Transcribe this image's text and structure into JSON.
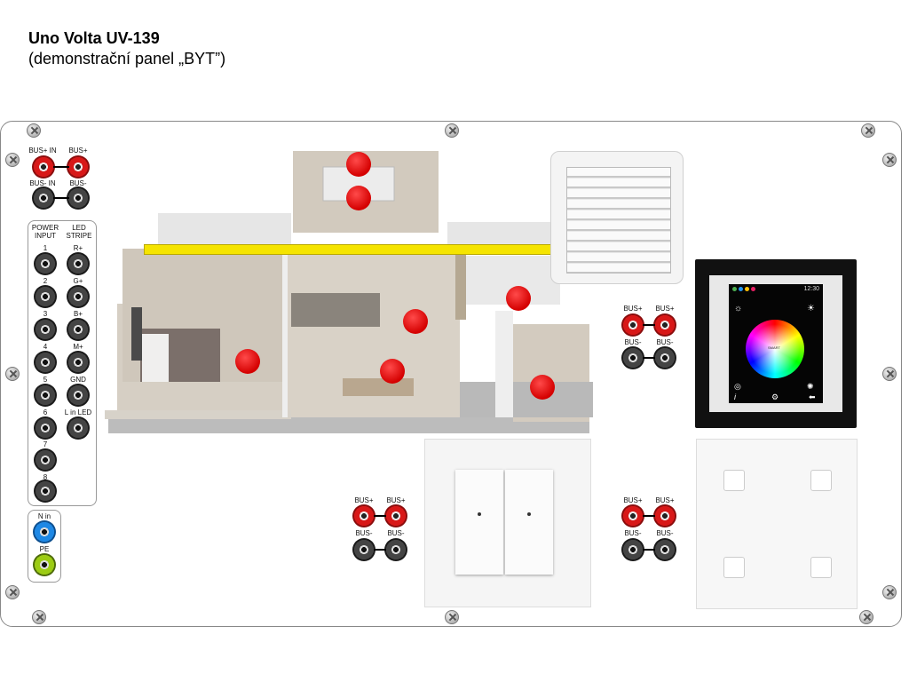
{
  "title": "Uno Volta UV-139",
  "subtitle": "(demonstrační panel „BYT”)",
  "left_terminals": {
    "bus_top": [
      "BUS+ IN",
      "BUS+"
    ],
    "bus_bottom": [
      "BUS- IN",
      "BUS-"
    ],
    "headers": [
      "POWER INPUT",
      "LED STRIPE"
    ],
    "power_numbers": [
      "1",
      "2",
      "3",
      "4",
      "5",
      "6",
      "7",
      "8"
    ],
    "led_labels": [
      "R+",
      "G+",
      "B+",
      "M+",
      "GND",
      "L in LED"
    ],
    "n_in": "N in",
    "pe": "PE"
  },
  "bus_group_right": {
    "plus": [
      "BUS+",
      "BUS+"
    ],
    "minus": [
      "BUS-",
      "BUS-"
    ]
  },
  "bus_group_switch": {
    "plus": [
      "BUS+",
      "BUS+"
    ],
    "minus": [
      "BUS-",
      "BUS-"
    ]
  },
  "bus_group_pad": {
    "plus": [
      "BUS+",
      "BUS+"
    ],
    "minus": [
      "BUS-",
      "BUS-"
    ]
  },
  "touch_panel": {
    "clock": "12:30",
    "brand": "SMART"
  },
  "colors": {
    "jack_red": "#d81818",
    "jack_black": "#333333",
    "marker": "#e00000",
    "led_bar": "#f5e400",
    "pe": "#9ccc14",
    "n": "#1e88e5"
  }
}
